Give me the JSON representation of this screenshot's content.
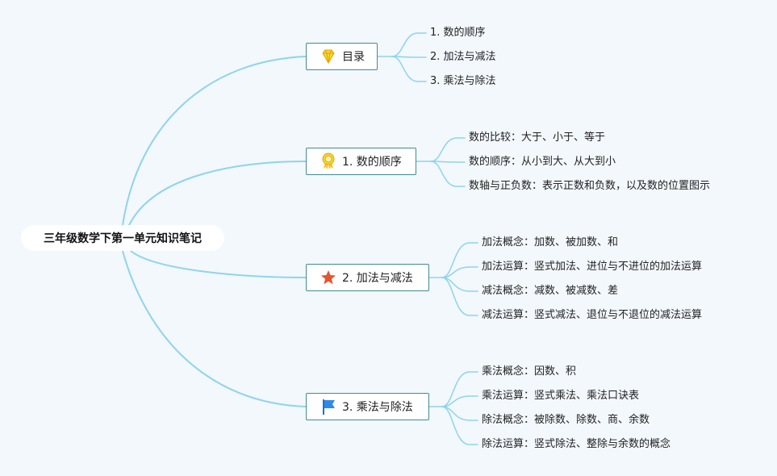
{
  "root": {
    "title": "三年级数学下第一单元知识笔记"
  },
  "topics": [
    {
      "label": "目录",
      "icon": "diamond-icon",
      "items": [
        "1. 数的顺序",
        "2. 加法与减法",
        "3. 乘法与除法"
      ]
    },
    {
      "label": "1. 数的顺序",
      "icon": "award-ribbon-icon",
      "items": [
        "数的比较：大于、小于、等于",
        "数的顺序：从小到大、从大到小",
        "数轴与正负数：表示正数和负数，以及数的位置图示"
      ]
    },
    {
      "label": "2. 加法与减法",
      "icon": "star-icon",
      "items": [
        "加法概念：加数、被加数、和",
        "加法运算：竖式加法、进位与不进位的加法运算",
        "减法概念：减数、被减数、差",
        "减法运算：竖式减法、退位与不退位的减法运算"
      ]
    },
    {
      "label": "3. 乘法与除法",
      "icon": "flag-icon",
      "items": [
        "乘法概念：因数、积",
        "乘法运算：竖式乘法、乘法口诀表",
        "除法概念：被除数、除数、商、余数",
        "除法运算：竖式除法、整除与余数的概念"
      ]
    }
  ],
  "colors": {
    "line": "#8fd3ee",
    "border": "#3f8c94",
    "background": "#f2f8fc"
  }
}
